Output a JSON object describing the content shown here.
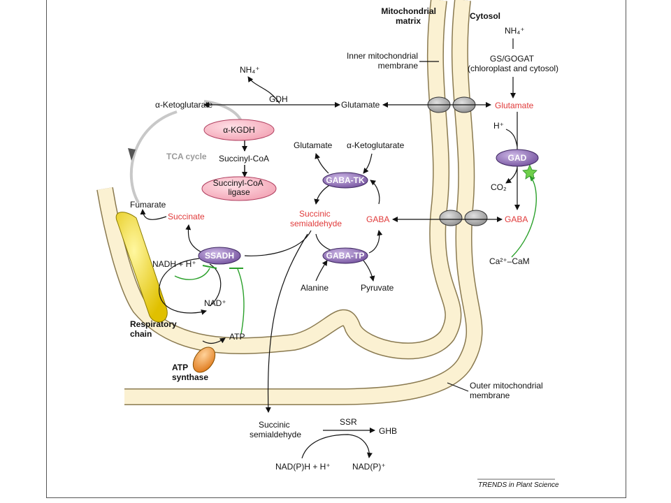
{
  "regions": {
    "matrix": "Mitochondrial matrix",
    "cytosol": "Cytosol",
    "inner_membrane": "Inner mitochondrial membrane",
    "outer_membrane": "Outer mitochondrial membrane"
  },
  "metabolites": {
    "nh4_matrix": "NH₄⁺",
    "nh4_cytosol": "NH₄⁺",
    "akg_tca": "α-Ketoglutarate",
    "glutamate_matrix": "Glutamate",
    "glutamate_cytosol": "Glutamate",
    "glutamate_tk": "Glutamate",
    "akg_tk": "α-Ketoglutarate",
    "succinyl_coa": "Succinyl-CoA",
    "fumarate": "Fumarate",
    "succinate": "Succinate",
    "ssa_matrix": "Succinic semialdehyde",
    "gaba_matrix": "GABA",
    "gaba_cytosol": "GABA",
    "alanine": "Alanine",
    "pyruvate": "Pyruvate",
    "nadh": "NADH + H⁺",
    "nad": "NAD⁺",
    "atp": "ATP",
    "h_plus": "H⁺",
    "co2": "CO₂",
    "ca_cam": "Ca²⁺–CaM",
    "ssa_cytosol": "Succinic semialdehyde",
    "ghb": "GHB",
    "nadph": "NAD(P)H + H⁺",
    "nadp": "NAD(P)⁺"
  },
  "enzymes": {
    "gdh": "GDH",
    "gs_gogat": "GS/GOGAT (chloroplast and cytosol)",
    "akgdh": "α-KGDH",
    "succinyl_coa_ligase": "Succinyl-CoA ligase",
    "gaba_tk": "GABA-TK",
    "gaba_tp": "GABA-TP",
    "ssadh": "SSADH",
    "gad": "GAD",
    "ssr": "SSR"
  },
  "labels": {
    "tca_cycle": "TCA cycle",
    "respiratory_chain": "Respiratory chain",
    "atp_synthase": "ATP synthase"
  },
  "colors": {
    "membrane_fill": "#fbf1d2",
    "membrane_stroke": "#8a7a50",
    "highlight_text": "#e03a3a",
    "enzyme_pink": "#f7b9c5",
    "enzyme_purple": "#7d5aa8",
    "inhibition_green": "#2aa02a"
  },
  "source": "TRENDS in Plant Science"
}
